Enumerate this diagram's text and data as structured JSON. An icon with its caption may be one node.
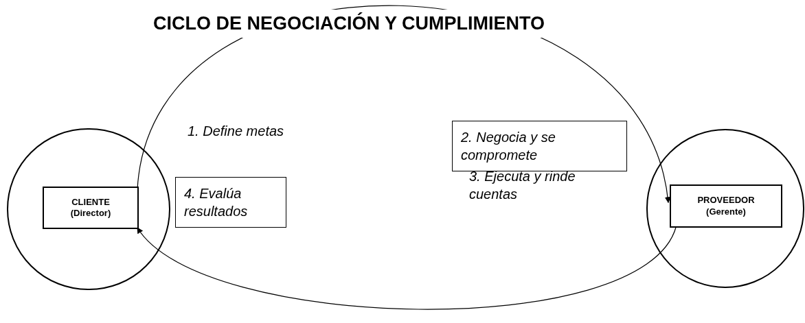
{
  "diagram": {
    "title": "CICLO DE NEGOCIACIÓN Y CUMPLIMIENTO",
    "nodes": [
      {
        "text": [],
        "shape": "circle"
      },
      {
        "text": [
          "CLIENTE",
          "(Director)"
        ],
        "in": 0
      },
      {
        "text": [
          "4. Evalúa resultados"
        ]
      },
      {
        "text": [
          "2. Negocia y se compromete"
        ]
      },
      {
        "text": [],
        "shape": "circle"
      },
      {
        "text": [
          "PROVEEDOR",
          "(Gerente)"
        ],
        "in": 4
      }
    ],
    "edges": [
      {
        "from": 1,
        "to": 5,
        "arrow": "to"
      },
      {
        "from": 5,
        "to": 1,
        "arrow": "to"
      }
    ],
    "labels": [
      "1. Define metas",
      "3. Ejecuta y rinde cuentas"
    ]
  }
}
